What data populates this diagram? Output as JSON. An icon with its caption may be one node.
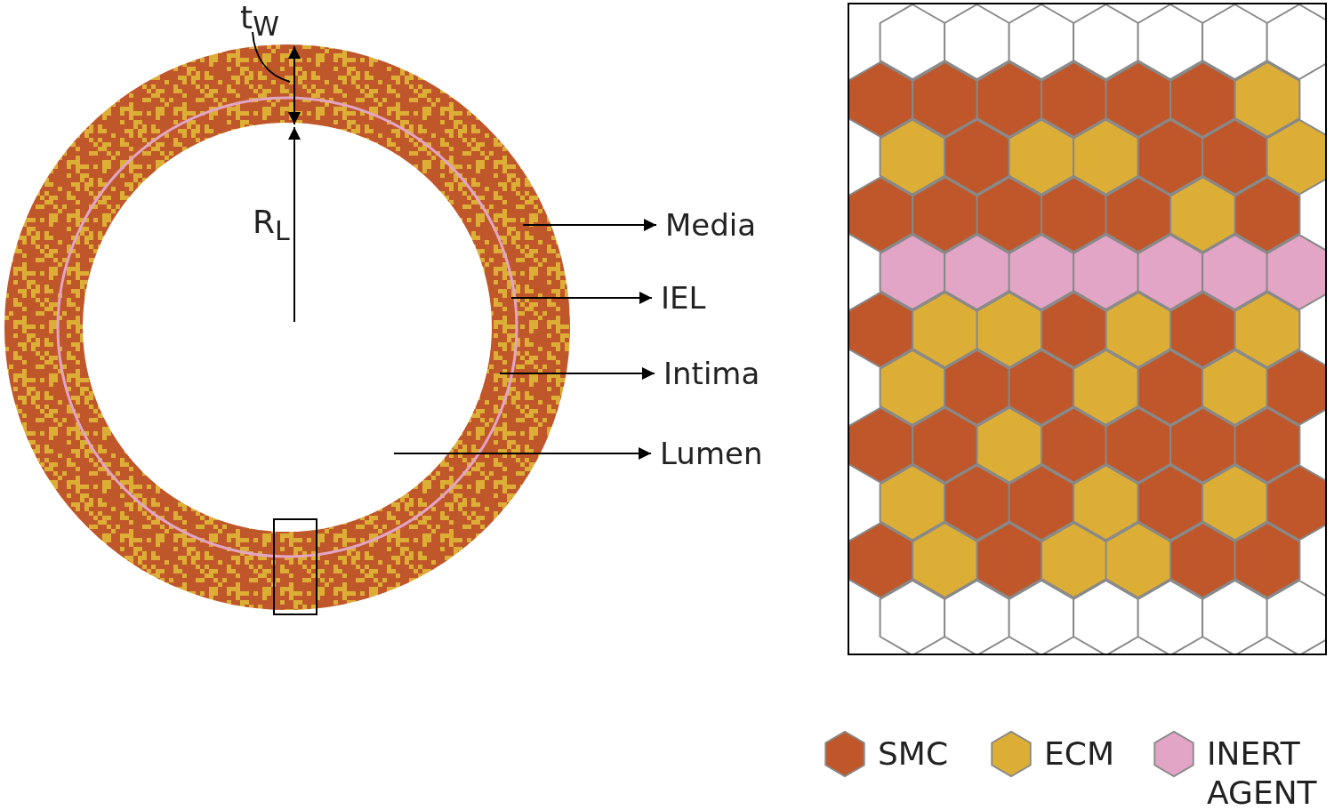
{
  "diagram": {
    "nodes": [
      {
        "text": [
          "Media"
        ]
      },
      {
        "text": [
          "IEL"
        ]
      },
      {
        "text": [
          "Intima"
        ]
      },
      {
        "text": [
          "Lumen"
        ]
      }
    ],
    "edges": [
      {
        "from": null,
        "to": 0,
        "arrow": "to"
      },
      {
        "from": null,
        "to": 1,
        "arrow": "to"
      },
      {
        "from": null,
        "to": 2,
        "arrow": "to"
      },
      {
        "from": null,
        "to": 3,
        "arrow": "to"
      }
    ],
    "labels": [
      "t$_{W}$",
      "R$_{L}$"
    ],
    "legend": [
      {
        "text": "SMC",
        "color": "#c0572a"
      },
      {
        "text": "ECM",
        "color": "#ddae36"
      },
      {
        "text": "INERT AGENT",
        "color": "#e2a5c5"
      }
    ]
  }
}
